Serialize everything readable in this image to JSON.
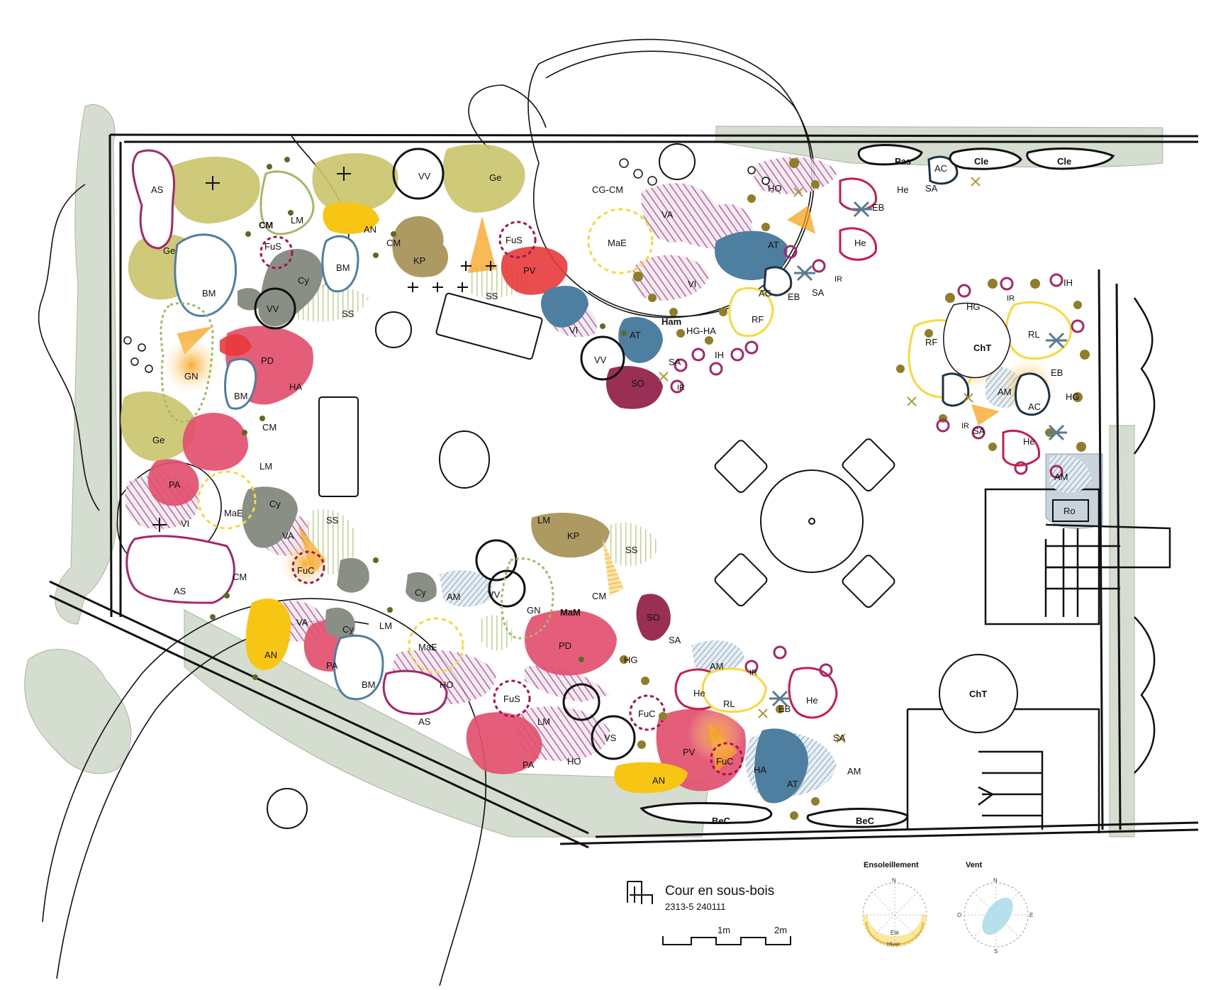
{
  "legend": {
    "title": "Cour en sous-bois",
    "subtitle": "2313-5  240111",
    "scale_1": "1m",
    "scale_2": "2m",
    "sun_title": "Ensoleillement",
    "sun_summer": "Été",
    "sun_winter": "Hiver",
    "wind_title": "Vent",
    "compass_n": "N",
    "compass_s": "S",
    "compass_e": "E",
    "compass_o": "O"
  },
  "areas": {
    "cht_terrace": "ChT",
    "cht_lower": "ChT",
    "ham": "Ham",
    "mam": "MaM",
    "pas": "Pas",
    "cle_1": "Cle",
    "cle_2": "Cle",
    "bec_1": "BeC",
    "bec_2": "BeC",
    "ro": "Ro",
    "cg_cm": "CG-CM",
    "hg_ha": "HG-HA"
  },
  "colors": {
    "olive": "#c9c46a",
    "green_line": "#9fb96a",
    "pink": "#e2506f",
    "red": "#e83a3a",
    "yellow": "#f7c615",
    "blue": "#4f7fa0",
    "grey": "#8a8f86",
    "tan": "#a8955a",
    "magenta": "#a3276a",
    "maroon": "#9a2f55",
    "purple_hatch": "#a0528c",
    "bg_green": "#d5dcd0",
    "dot_olive": "#8f7d2a",
    "dot_green": "#5d6b22"
  },
  "plants": {
    "AS": "AS",
    "Ge": "Ge",
    "LM": "LM",
    "CM": "CM",
    "AN": "AN",
    "VV": "VV",
    "FuS": "FuS",
    "BM": "BM",
    "Cy": "Cy",
    "KP": "KP",
    "PV": "PV",
    "SS": "SS",
    "MaE": "MaE",
    "VA": "VA",
    "HO": "HO",
    "VI": "VI",
    "AT": "AT",
    "AC": "AC",
    "SA": "SA",
    "He": "He",
    "EB": "EB",
    "IR": "IR",
    "RF": "RF",
    "SO": "SO",
    "IH": "IH",
    "PD": "PD",
    "HA": "HA",
    "GN": "GN",
    "PA": "PA",
    "FuC": "FuC",
    "AM": "AM",
    "HG": "HG",
    "RL": "RL",
    "VS": "VS"
  }
}
